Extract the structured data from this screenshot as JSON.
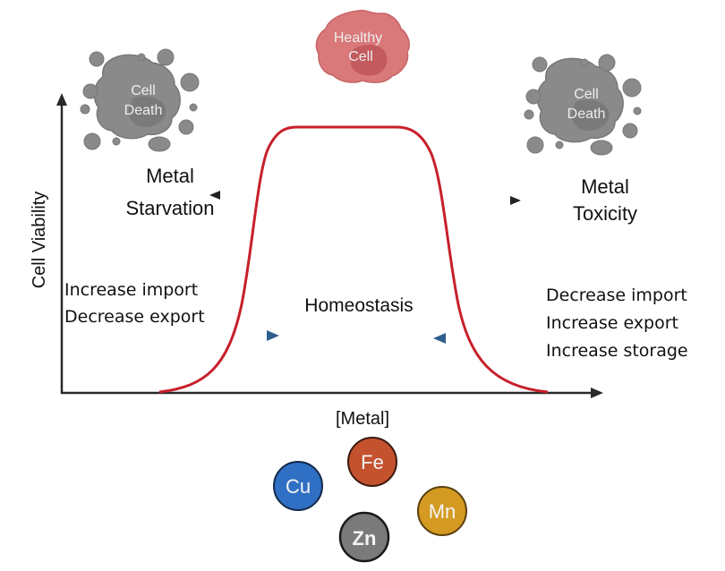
{
  "diagram": {
    "healthy_cell": {
      "line1": "Healthy",
      "line2": "Cell",
      "color": "#d9797a",
      "nucleus_color": "#c25a5e"
    },
    "cell_death_left": {
      "line1": "Cell",
      "line2": "Death"
    },
    "cell_death_right": {
      "line1": "Cell",
      "line2": "Death"
    },
    "cell_death_color": "#8a8a8a",
    "starvation": {
      "line1": "Metal",
      "line2": "Starvation"
    },
    "toxicity": {
      "line1": "Metal",
      "line2": "Toxicity"
    },
    "homeostasis": "Homeostasis",
    "left_response": {
      "line1": "Increase import",
      "line2": "Decrease export"
    },
    "right_response": {
      "line1": "Decrease import",
      "line2": "Increase export",
      "line3": "Increase storage"
    },
    "y_axis_label": "Cell Viability",
    "x_axis_label": "[Metal]",
    "curve_color": "#c8202b",
    "arrow_color": "#2e5f8f",
    "metals": [
      {
        "symbol": "Fe",
        "color": "#c4522e"
      },
      {
        "symbol": "Cu",
        "color": "#2f6fc4"
      },
      {
        "symbol": "Mn",
        "color": "#d49a22"
      },
      {
        "symbol": "Zn",
        "color": "#7a7a7a"
      }
    ]
  }
}
